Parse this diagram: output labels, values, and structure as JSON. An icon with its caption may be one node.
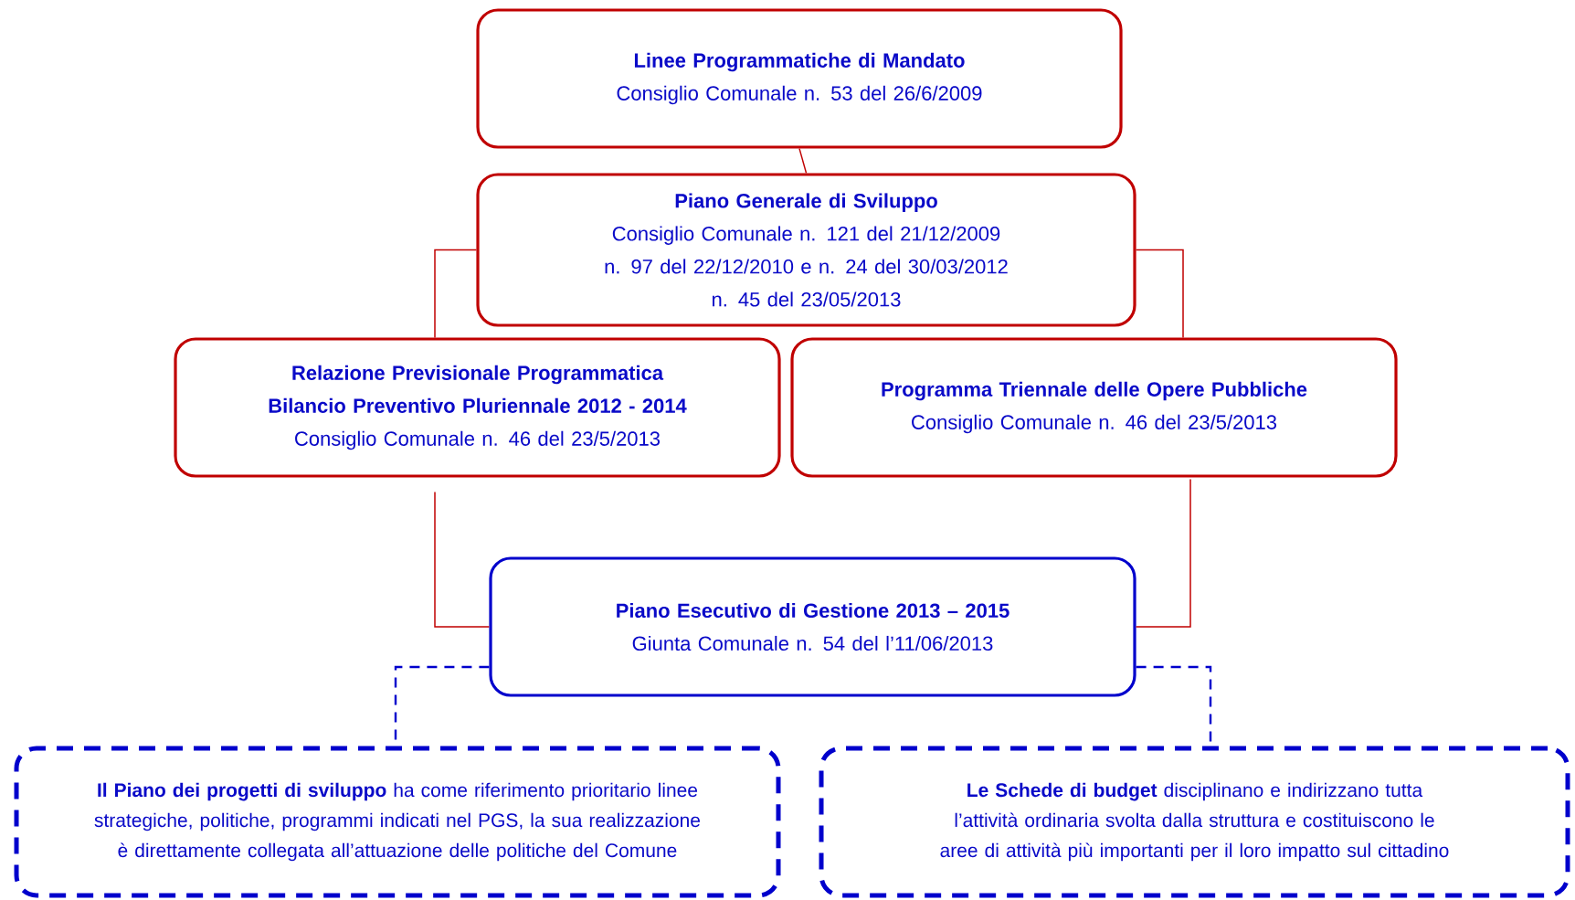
{
  "diagram": {
    "nodes": [
      {
        "text": [
          "Linee Programmatiche di Mandato",
          "Consiglio Comunale n. 53 del 26/6/2009"
        ]
      },
      {
        "text": [
          "Piano Generale di Sviluppo",
          "Consiglio Comunale n. 121 del 21/12/2009",
          "n. 97 del 22/12/2010 e n. 24 del 30/03/2012",
          "n. 45 del 23/05/2013"
        ]
      },
      {
        "text": [
          "Relazione Previsionale Programmatica",
          "Bilancio Preventivo Pluriennale 2012 - 2014",
          "Consiglio Comunale n. 46 del 23/5/2013"
        ]
      },
      {
        "text": [
          "Programma Triennale delle Opere Pubbliche",
          "Consiglio Comunale n. 46 del 23/5/2013"
        ]
      },
      {
        "text": [
          "Piano Esecutivo di Gestione 2013 – 2015",
          "Giunta Comunale n. 54 del l’11/06/2013"
        ]
      },
      {
        "text": [
          "**Il Piano dei progetti di sviluppo** ha come riferimento prioritario linee strategiche, politiche, programmi indicati nel PGS, la sua realizzazione è direttamente collegata all’attuazione delle politiche del Comune"
        ]
      },
      {
        "text": [
          "**Le Schede di budget** disciplinano e indirizzano tutta l’attività ordinaria svolta dalla struttura e costituiscono le aree di attività più importanti per il loro impatto sul cittadino"
        ]
      }
    ],
    "edges": [
      {
        "from": 0,
        "to": 1,
        "arrow": "none"
      },
      {
        "from": 1,
        "to": 2,
        "arrow": "none"
      },
      {
        "from": 1,
        "to": 3,
        "arrow": "none"
      },
      {
        "from": 2,
        "to": 4,
        "arrow": "none"
      },
      {
        "from": 3,
        "to": 4,
        "arrow": "none"
      },
      {
        "from": 4,
        "to": 5,
        "arrow": "none",
        "style": "dashed",
        "color": "#0000cc"
      },
      {
        "from": 4,
        "to": 6,
        "arrow": "none",
        "style": "dashed",
        "color": "#0000cc"
      }
    ]
  }
}
